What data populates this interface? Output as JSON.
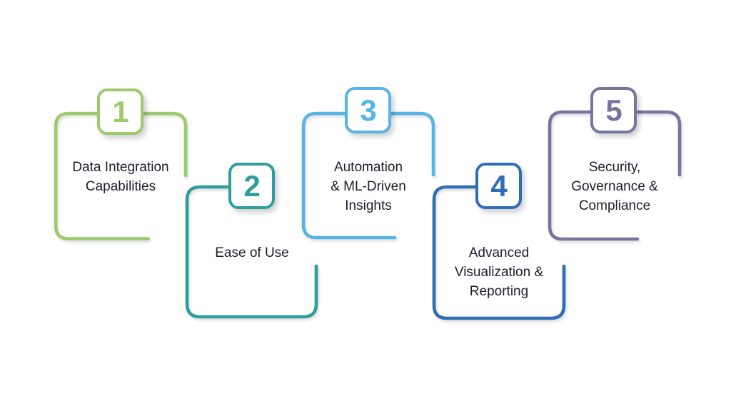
{
  "figure": {
    "type": "process-infographic",
    "background_color": "#ffffff",
    "text_color": "#1e1d2b",
    "step_count": 5
  },
  "steps": [
    {
      "number": "1",
      "title": "Data Integration Capabilities",
      "title_lines": [
        "Data Integration",
        "Capabilities"
      ],
      "color": "#9bcb6b",
      "position": "high"
    },
    {
      "number": "2",
      "title": "Ease of Use",
      "title_lines": [
        "Ease of Use"
      ],
      "color": "#2e9e9b",
      "position": "low"
    },
    {
      "number": "3",
      "title": "Automation & ML-Driven Insights",
      "title_lines": [
        "Automation",
        "& ML-Driven",
        "Insights"
      ],
      "color": "#55b5e5",
      "position": "high"
    },
    {
      "number": "4",
      "title": "Advanced Visualization & Reporting",
      "title_lines": [
        "Advanced",
        "Visualization &",
        "Reporting"
      ],
      "color": "#2f6eb4",
      "position": "low"
    },
    {
      "number": "5",
      "title": "Security, Governance & Compliance",
      "title_lines": [
        "Security,",
        "Governance &",
        "Compliance"
      ],
      "color": "#77759f",
      "position": "high"
    }
  ]
}
